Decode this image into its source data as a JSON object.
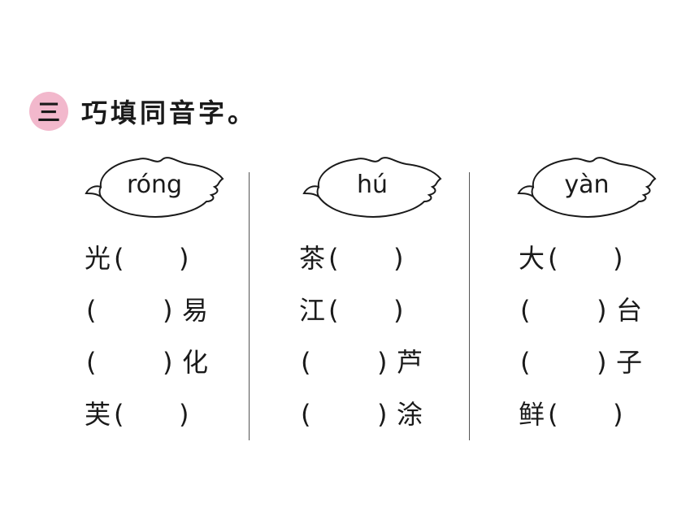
{
  "header": {
    "number": "三",
    "title": "巧填同音字。"
  },
  "columns": [
    {
      "pinyin": "róng",
      "rows": [
        {
          "before": "光",
          "open": "(",
          "close": ")",
          "after": ""
        },
        {
          "before": "",
          "open": "(",
          "close": ")",
          "after": "易"
        },
        {
          "before": "",
          "open": "(",
          "close": ")",
          "after": "化"
        },
        {
          "before": "芙",
          "open": "(",
          "close": ")",
          "after": ""
        }
      ]
    },
    {
      "pinyin": "hú",
      "rows": [
        {
          "before": "茶",
          "open": "(",
          "close": ")",
          "after": ""
        },
        {
          "before": "江",
          "open": "(",
          "close": ")",
          "after": ""
        },
        {
          "before": "",
          "open": "(",
          "close": ")",
          "after": "芦"
        },
        {
          "before": "",
          "open": "(",
          "close": ")",
          "after": "涂"
        }
      ]
    },
    {
      "pinyin": "yàn",
      "rows": [
        {
          "before": "大",
          "open": "(",
          "close": ")",
          "after": ""
        },
        {
          "before": "",
          "open": "(",
          "close": ")",
          "after": "台"
        },
        {
          "before": "",
          "open": "(",
          "close": ")",
          "after": "子"
        },
        {
          "before": "鲜",
          "open": "(",
          "close": ")",
          "after": ""
        }
      ]
    }
  ]
}
